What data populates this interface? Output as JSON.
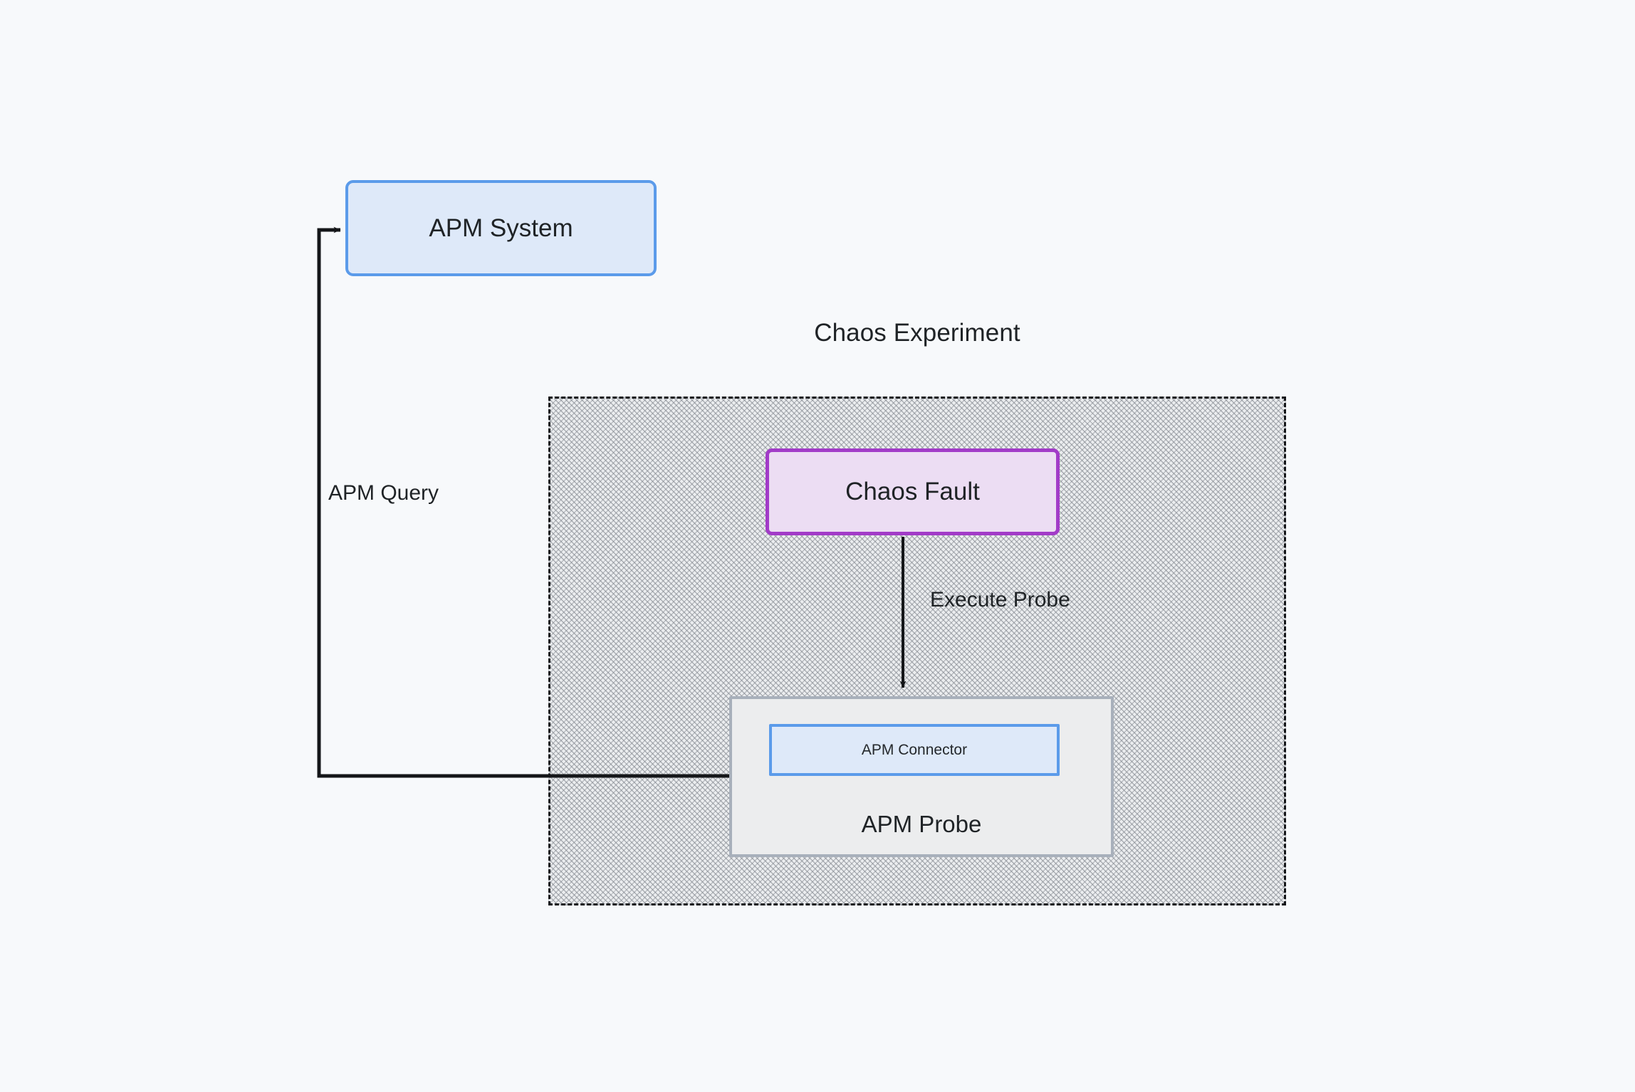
{
  "diagram": {
    "background_color": "#f7f9fb",
    "group": {
      "title": "Chaos Experiment",
      "border_style": "dashed",
      "border_color": "#141619",
      "fill_pattern": "diagonal-hatch",
      "fill_color": "#eceef0"
    },
    "nodes": [
      {
        "id": "apm-system",
        "label": "APM System",
        "fill": "#dee9f9",
        "stroke": "#5b9bea",
        "shape": "rounded-rect"
      },
      {
        "id": "chaos-fault",
        "label": "Chaos Fault",
        "fill": "#ecddf3",
        "stroke": "#a23bc8",
        "shape": "rounded-rect"
      },
      {
        "id": "apm-probe",
        "label": "APM Probe",
        "fill": "#ecedee",
        "stroke": "#a8b0bb",
        "shape": "rect"
      },
      {
        "id": "apm-connector",
        "label": "APM Connector",
        "fill": "#dee9f9",
        "stroke": "#5b9bea",
        "shape": "rect"
      }
    ],
    "edges": [
      {
        "id": "execute-probe",
        "label": "Execute Probe",
        "from": "chaos-fault",
        "to": "apm-probe",
        "arrow": "end",
        "color": "#141619"
      },
      {
        "id": "apm-query",
        "label": "APM Query",
        "from": "apm-probe",
        "to": "apm-system",
        "arrow": "end",
        "color": "#141619"
      }
    ]
  }
}
